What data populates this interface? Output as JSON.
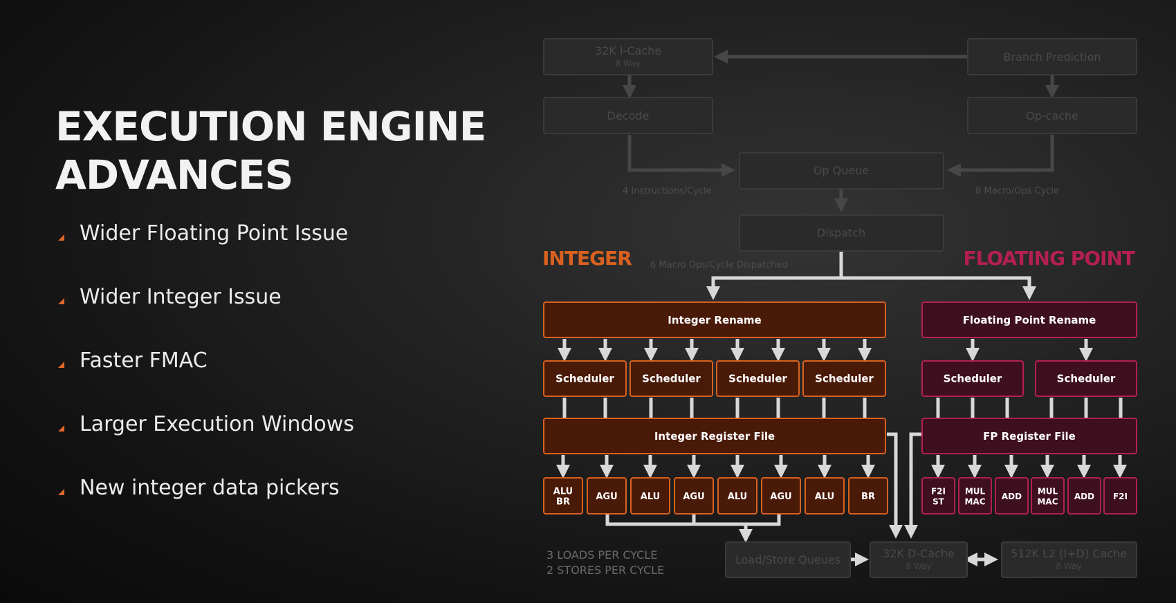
{
  "title": {
    "line1": "EXECUTION ENGINE",
    "line2": "ADVANCES"
  },
  "bullets": [
    "Wider Floating Point Issue",
    "Wider Integer Issue",
    "Faster FMAC",
    "Larger Execution Windows",
    "New integer data pickers"
  ],
  "colors": {
    "accent_integer": "#d9611f",
    "accent_fp": "#b3204f",
    "integer_box_fill": "#4a1a08",
    "fp_box_fill": "#3e0f1e",
    "frontend_box_fill": "#2a2a2a",
    "arrow": "#d8d8d8"
  },
  "diagram": {
    "icache": {
      "label": "32K I-Cache",
      "sub": "8 Way"
    },
    "branch_prediction": "Branch Prediction",
    "decode": "Decode",
    "op_cache": "Op-cache",
    "op_queue": "Op Queue",
    "dispatch": "Dispatch",
    "decode_rate": "4 Instructions/Cycle",
    "opcache_rate": "8 Macro/Ops Cycle",
    "dispatch_rate": "6 Macro Ops/Cycle Dispatched",
    "integer_section": "INTEGER",
    "fp_section": "FLOATING POINT",
    "integer_rename": "Integer Rename",
    "fp_rename": "Floating Point Rename",
    "scheduler_label": "Scheduler",
    "integer_register_file": "Integer Register File",
    "fp_register_file": "FP Register File",
    "int_units": [
      [
        "ALU",
        "BR"
      ],
      [
        "AGU"
      ],
      [
        "ALU"
      ],
      [
        "AGU"
      ],
      [
        "ALU"
      ],
      [
        "AGU"
      ],
      [
        "ALU"
      ],
      [
        "BR"
      ]
    ],
    "fp_units": [
      [
        "F2I",
        "ST"
      ],
      [
        "MUL",
        "MAC"
      ],
      [
        "ADD"
      ],
      [
        "MUL",
        "MAC"
      ],
      [
        "ADD"
      ],
      [
        "F2I"
      ]
    ],
    "loads": "3 LOADS PER CYCLE",
    "stores": "2 STORES PER CYCLE",
    "load_store_queues": "Load/Store Queues",
    "dcache": {
      "label": "32K D-Cache",
      "sub": "8 Way"
    },
    "l2": {
      "label": "512K L2 (I+D) Cache",
      "sub": "8 Way"
    }
  }
}
